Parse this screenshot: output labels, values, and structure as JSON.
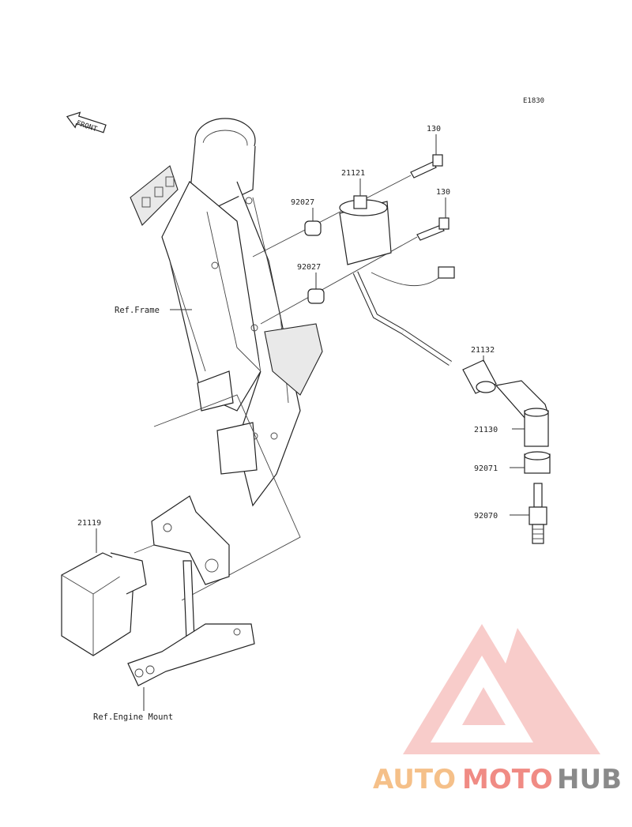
{
  "diagram_code": "E1830",
  "front_label": "FRONT",
  "parts": {
    "bolt_upper": "130",
    "coil": "21121",
    "bolt_lower": "130",
    "collar_upper": "92027",
    "collar_lower": "92027",
    "cap_joint": "21132",
    "plug_cap": "21130",
    "seal": "92071",
    "spark_plug": "92070",
    "igniter": "21119"
  },
  "refs": {
    "frame": "Ref.Frame",
    "engine_mount": "Ref.Engine Mount"
  },
  "watermark": {
    "part1": "AUTO",
    "part2": "MOTO",
    "part3": "HUB",
    "colors": {
      "auto": "#f5c089",
      "moto": "#f08b84",
      "hub": "#8a8a8a",
      "logo": "#ee8a86"
    }
  }
}
